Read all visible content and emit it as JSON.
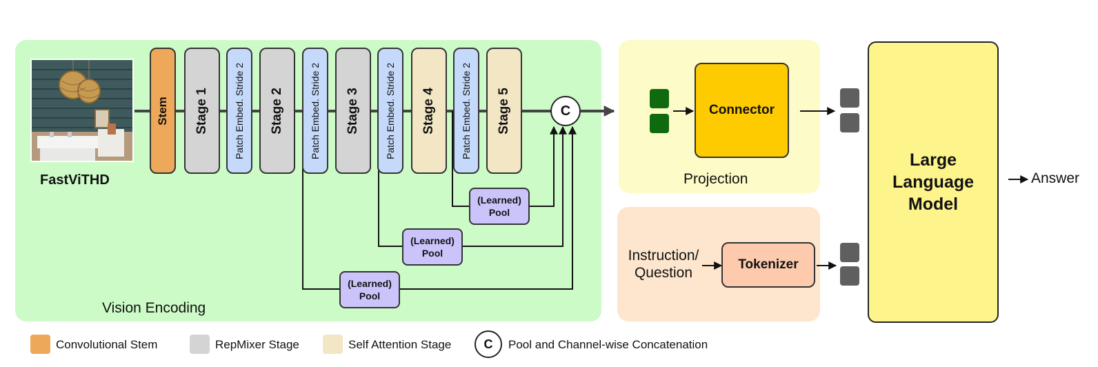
{
  "vision": {
    "panel_label": "Vision Encoding",
    "model_name": "FastViTHD",
    "stem": "Stem",
    "stages": [
      "Stage 1",
      "Stage 2",
      "Stage 3",
      "Stage 4",
      "Stage 5"
    ],
    "patch_embed": "Patch Embed. Stride 2",
    "pool_line1": "(Learned)",
    "pool_line2": "Pool",
    "concat_symbol": "C"
  },
  "projection": {
    "panel_label": "Projection",
    "connector": "Connector"
  },
  "tokenizer": {
    "instruction_line1": "Instruction/",
    "instruction_line2": "Question",
    "label": "Tokenizer"
  },
  "llm": {
    "line1": "Large",
    "line2": "Language",
    "line3": "Model"
  },
  "answer": "Answer",
  "legend": {
    "conv_stem": "Convolutional Stem",
    "repmixer": "RepMixer Stage",
    "self_attention": "Self Attention Stage",
    "concat_symbol": "C",
    "concat": "Pool and Channel-wise Concatenation"
  },
  "colors": {
    "vision_bg": "#ccfbc7",
    "projection_bg": "#fdfbc7",
    "tokenizer_bg": "#fde6cd",
    "llm_bg": "#fdf48c",
    "stem": "#eda85a",
    "repmixer": "#d4d4d4",
    "self_attention": "#f2e6c5",
    "patch_embed": "#c5d9fb",
    "pool": "#cbc4fb",
    "connector": "#fecb00",
    "tokenizer_box": "#fdcaad",
    "visual_token": "#0f6a0f",
    "text_token": "#5f5f5f"
  }
}
